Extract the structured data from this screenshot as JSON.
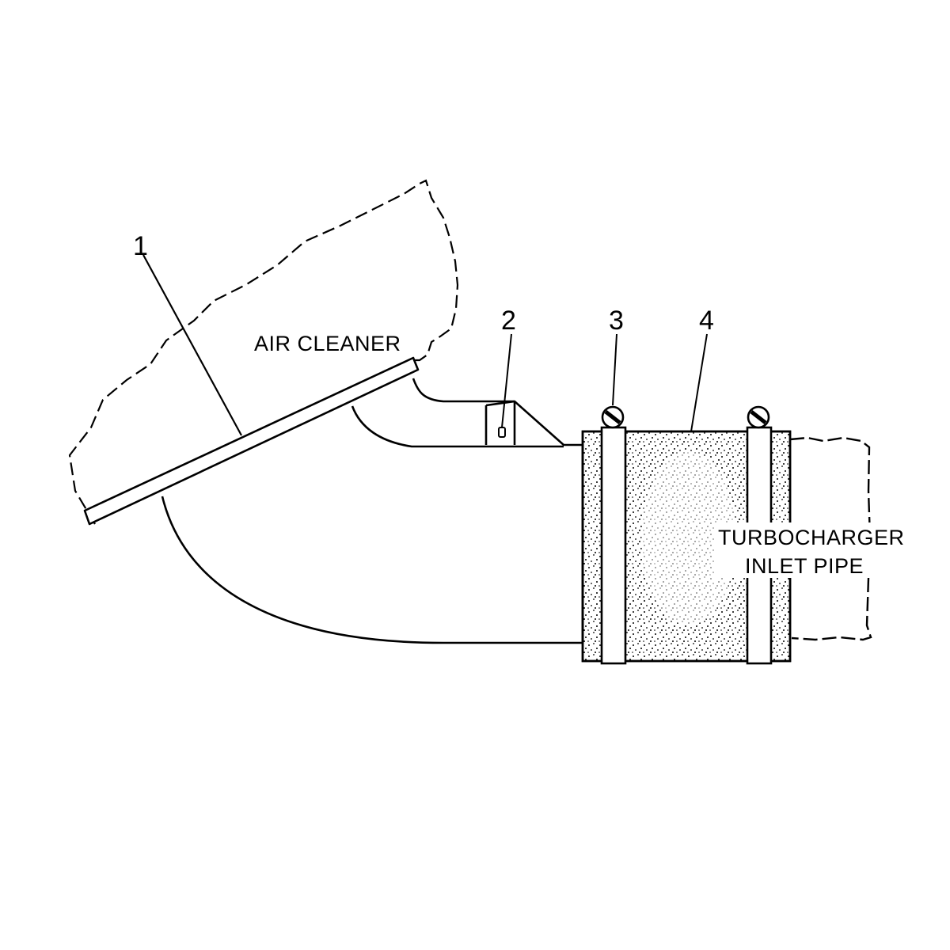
{
  "callouts": {
    "c1": "1",
    "c2": "2",
    "c3": "3",
    "c4": "4"
  },
  "labels": {
    "air_cleaner": "AIR CLEANER",
    "turbo_line1": "TURBOCHARGER",
    "turbo_line2": "INLET PIPE"
  },
  "colors": {
    "ink": "#000000",
    "paper": "#ffffff"
  }
}
